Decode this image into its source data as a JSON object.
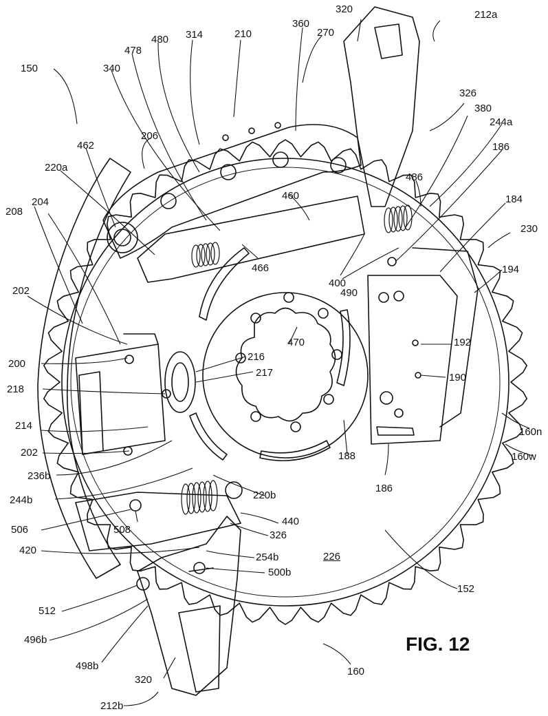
{
  "figure": {
    "caption": "FIG. 12"
  },
  "labels": {
    "l150": "150",
    "l320a": "320",
    "l212a": "212a",
    "l210": "210",
    "l360": "360",
    "l270": "270",
    "l314": "314",
    "l480": "480",
    "l478": "478",
    "l340": "340",
    "l206": "206",
    "l462": "462",
    "l220a": "220a",
    "l208": "208",
    "l204": "204",
    "l326a": "326",
    "l380": "380",
    "l244a": "244a",
    "l186a": "186",
    "l486": "486",
    "l460": "460",
    "l184": "184",
    "l230": "230",
    "l194": "194",
    "l400": "400",
    "l490": "490",
    "l466": "466",
    "l202a": "202",
    "l470": "470",
    "l192": "192",
    "l216": "216",
    "l217": "217",
    "l200": "200",
    "l190": "190",
    "l218": "218",
    "l214": "214",
    "l160n": "160n",
    "l202b": "202",
    "l160w": "160w",
    "l236b": "236b",
    "l188": "188",
    "l186b": "186",
    "l244b": "244b",
    "l220b": "220b",
    "l506": "506",
    "l508": "508",
    "l440": "440",
    "l326b": "326",
    "l420": "420",
    "l254b": "254b",
    "l226": "226",
    "l500b": "500b",
    "l152": "152",
    "l512": "512",
    "l496b": "496b",
    "l498b": "498b",
    "l320b": "320",
    "l160": "160",
    "l212b": "212b"
  }
}
